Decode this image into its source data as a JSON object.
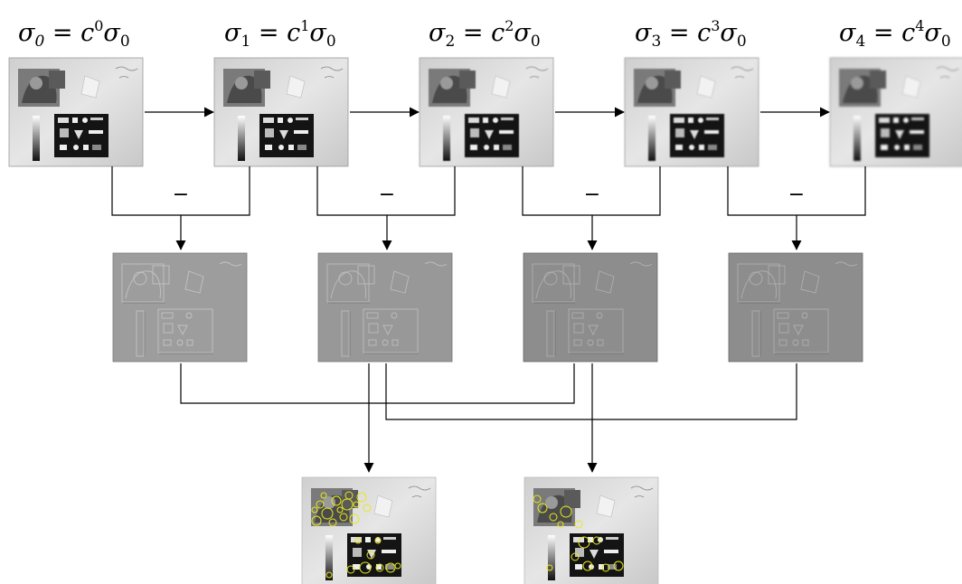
{
  "scale_labels": [
    {
      "sigma": "σ",
      "sub": "0",
      "eq": " = ",
      "c": "c",
      "exp": "0",
      "sigma2": "σ",
      "sub2": "0"
    },
    {
      "sigma": "σ",
      "sub": "1",
      "eq": " = ",
      "c": "c",
      "exp": "1",
      "sigma2": "σ",
      "sub2": "0"
    },
    {
      "sigma": "σ",
      "sub": "2",
      "eq": " = ",
      "c": "c",
      "exp": "2",
      "sigma2": "σ",
      "sub2": "0"
    },
    {
      "sigma": "σ",
      "sub": "3",
      "eq": " = ",
      "c": "c",
      "exp": "3",
      "sigma2": "σ",
      "sub2": "0"
    },
    {
      "sigma": "σ",
      "sub": "4",
      "eq": " = ",
      "c": "c",
      "exp": "4",
      "sigma2": "σ",
      "sub2": "0"
    }
  ],
  "difference_operator": "−",
  "colors": {
    "arrow": "#000000",
    "keypoint": "#e8e81a",
    "dog_background": "#9b9b9b",
    "image_background": "#d9d9d9"
  }
}
